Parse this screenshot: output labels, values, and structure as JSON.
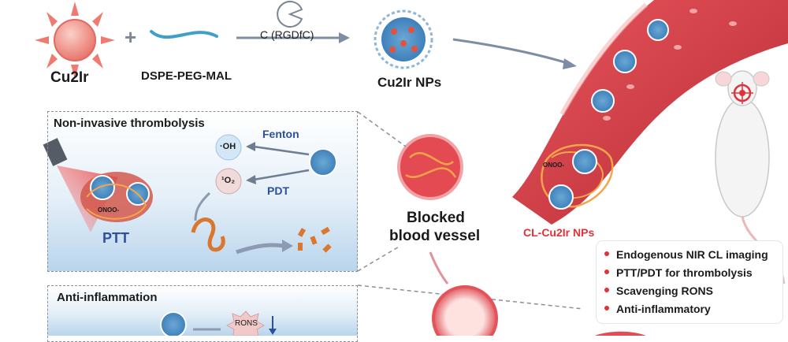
{
  "top": {
    "cu2ir_label": "Cu2Ir",
    "dspe_label": "DSPE-PEG-MAL",
    "peptide_label": "C (RGDfC)",
    "nps_label": "Cu2Ir NPs"
  },
  "thrombolysis": {
    "title": "Non-invasive thrombolysis",
    "fenton_label": "Fenton",
    "pdt_label": "PDT",
    "ptt_label": "PTT",
    "oh_label": "·OH",
    "o2_label": "¹O₂",
    "onoo_label": "ONOO-"
  },
  "vessel": {
    "blocked_line1": "Blocked",
    "blocked_line2": "blood vessel",
    "onoo_label": "ONOO-",
    "clnps_label": "CL-Cu2Ir NPs"
  },
  "inflammation": {
    "title": "Anti-inflammation",
    "rons_label": "RONS"
  },
  "features": {
    "items": [
      "Endogenous NIR CL imaging",
      "PTT/PDT for thrombolysis",
      "Scavenging RONS",
      "Anti-inflammatory"
    ]
  },
  "colors": {
    "accent_red": "#e3313a",
    "label_blue": "#2c4f9e",
    "vessel_red": "#c5313a"
  }
}
